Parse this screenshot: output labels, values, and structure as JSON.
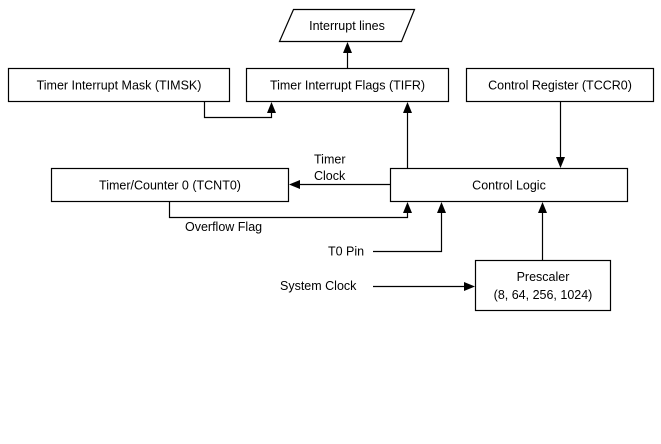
{
  "diagram": {
    "colors": {
      "stroke": "#000000",
      "fill": "#ffffff",
      "text": "#000000"
    },
    "nodes": {
      "interrupt_lines": {
        "label": "Interrupt lines",
        "shape": "parallelogram"
      },
      "timsk": {
        "label": "Timer Interrupt Mask (TIMSK)",
        "shape": "rectangle"
      },
      "tifr": {
        "label": "Timer Interrupt Flags (TIFR)",
        "shape": "rectangle"
      },
      "tccr0": {
        "label": "Control Register (TCCR0)",
        "shape": "rectangle"
      },
      "tcnt0": {
        "label": "Timer/Counter 0 (TCNT0)",
        "shape": "rectangle"
      },
      "control_logic": {
        "label": "Control Logic",
        "shape": "rectangle"
      },
      "prescaler": {
        "label_line1": "Prescaler",
        "label_line2": "(8, 64, 256, 1024)",
        "shape": "rectangle"
      }
    },
    "labels": {
      "timer_clock_line1": "Timer",
      "timer_clock_line2": "Clock",
      "overflow_flag": "Overflow Flag",
      "t0_pin": "T0 Pin",
      "system_clock": "System Clock"
    },
    "edges": [
      {
        "from": "tifr",
        "to": "interrupt_lines"
      },
      {
        "from": "timsk",
        "to": "tifr"
      },
      {
        "from": "control_logic",
        "to": "tifr"
      },
      {
        "from": "tccr0",
        "to": "control_logic"
      },
      {
        "from": "control_logic",
        "to": "tcnt0",
        "label": "Timer Clock"
      },
      {
        "from": "tcnt0",
        "to": "control_logic",
        "label": "Overflow Flag"
      },
      {
        "from": "t0_pin",
        "to": "control_logic"
      },
      {
        "from": "prescaler",
        "to": "control_logic"
      },
      {
        "from": "system_clock",
        "to": "prescaler"
      }
    ]
  }
}
